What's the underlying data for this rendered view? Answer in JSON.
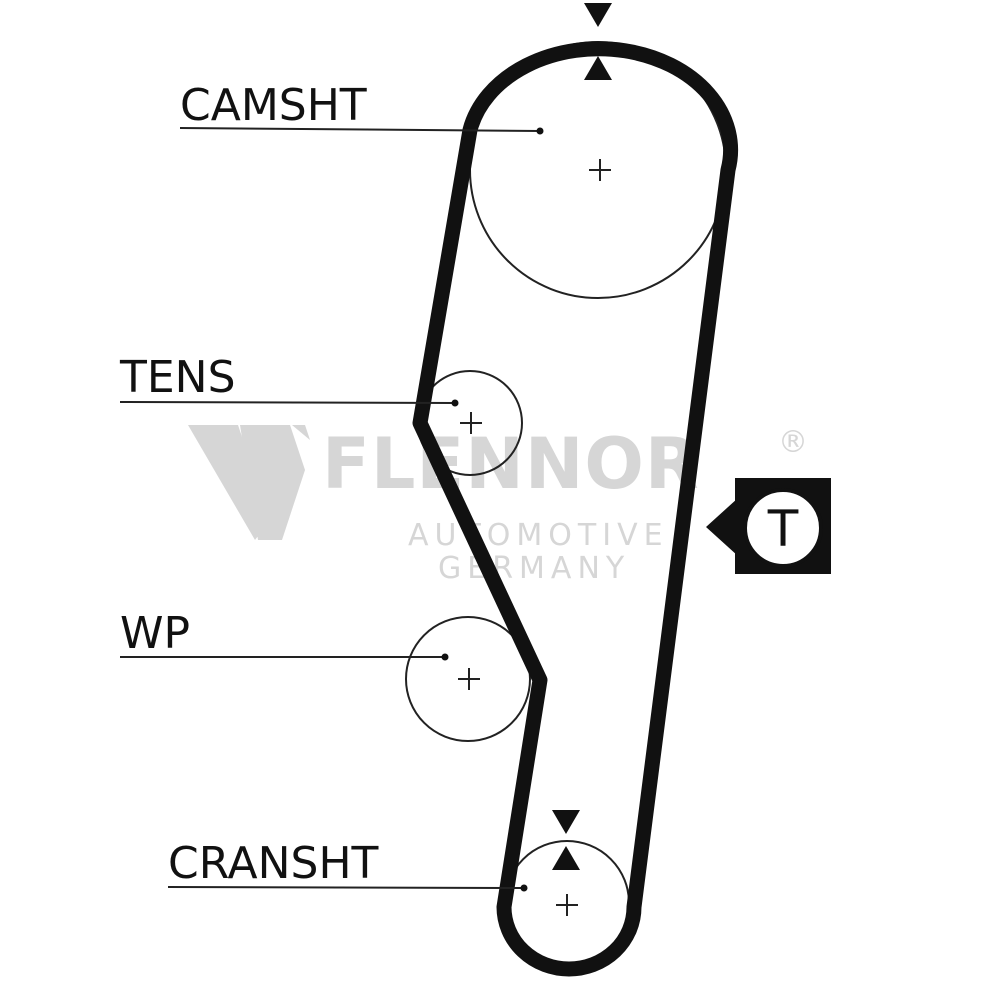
{
  "labels": {
    "camshaft": "CAMSHT",
    "tensioner": "TENS",
    "water_pump": "WP",
    "crankshaft": "CRANSHT"
  },
  "tension_marker": {
    "letter": "T"
  },
  "watermark": {
    "brand": "FLENNOR",
    "registered": "®",
    "line1": "AUTOMOTIVE",
    "line2": "GERMANY"
  },
  "colors": {
    "ink": "#111111",
    "belt": "#111111",
    "watermark": "#d6d6d6",
    "background": "#ffffff"
  },
  "icons": {
    "timing_mark": "triangle-timing-mark-icon",
    "tension_indicator": "arrow-t-icon",
    "logo": "flennor-logo"
  }
}
